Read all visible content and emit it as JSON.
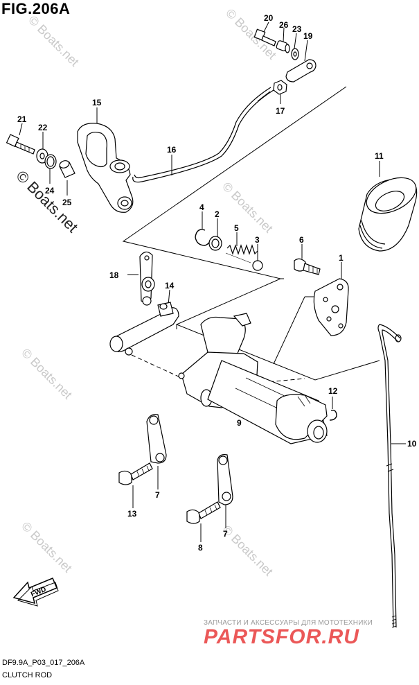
{
  "figure": {
    "title": "FIG.206A",
    "code": "DF9.9A_P03_017_206A",
    "caption": "CLUTCH ROD"
  },
  "callouts": [
    "20",
    "26",
    "23",
    "19",
    "17",
    "15",
    "16",
    "21",
    "22",
    "24",
    "25",
    "11",
    "4",
    "2",
    "5",
    "3",
    "6",
    "1",
    "18",
    "14",
    "9",
    "12",
    "10",
    "7",
    "13",
    "7",
    "8"
  ],
  "watermark": {
    "text": "© Boats.net"
  },
  "fwd_arrow": {
    "label": "FWD"
  },
  "shop_banner": {
    "tagline": "ЗАПЧАСТИ И АКСЕССУАРЫ ДЛЯ МОТОТЕХНИКИ",
    "logo": "PARTSFOR.RU",
    "color": "#e83b3b"
  }
}
